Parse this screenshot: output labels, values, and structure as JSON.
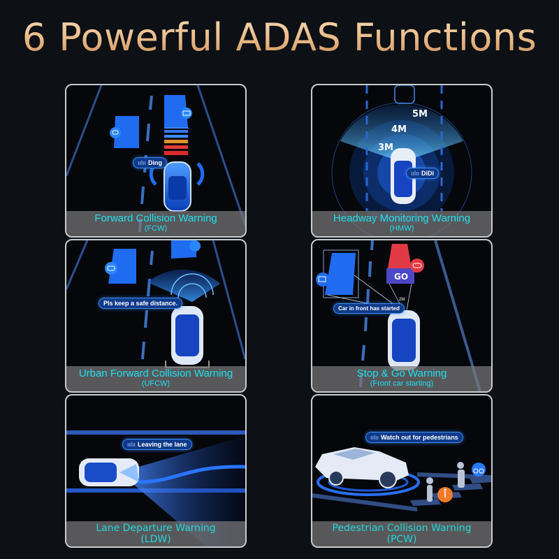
{
  "title": "6 Powerful ADAS Functions",
  "colors": {
    "title_gold": "#e9b987",
    "caption_cyan": "#1fe0ef",
    "caption_band": "#787878",
    "panel_border": "#c9ccd0",
    "scene_blue": "#1f6cf0",
    "warning_red": "#e53a4a",
    "pedestrian_orange": "#f07a2a"
  },
  "panels": [
    {
      "id": "fcw",
      "name": "Forward Collision Warning",
      "abbr": "(FCW)",
      "bubble": {
        "icon": "sound-wave-icon",
        "text": "Ding"
      },
      "icons": [
        "car-icon",
        "bus-icon"
      ]
    },
    {
      "id": "hmw",
      "name": "Headway Monitoring Warning",
      "abbr": "(HMW)",
      "bubble": {
        "icon": "sound-wave-icon",
        "text": "DiDi"
      },
      "distances": [
        "5M",
        "4M",
        "3M"
      ]
    },
    {
      "id": "ufcw",
      "name": "Urban Forward Collision Warning",
      "abbr": "(UFCW)",
      "bubble": {
        "text": "Pls keep a safe distance."
      },
      "icons": [
        "car-icon",
        "bus-icon"
      ]
    },
    {
      "id": "sgw",
      "name": "Stop & Go Warning",
      "abbr": "(Front car starting)",
      "bubble": {
        "text": "Car in front has started"
      },
      "go_label": "GO",
      "distance": "2M",
      "icons": [
        "truck-icon",
        "car-icon"
      ]
    },
    {
      "id": "ldw",
      "name": "Lane Departure Warning",
      "abbr": "(LDW)",
      "bubble": {
        "icon": "sound-wave-icon",
        "text": "Leaving the lane"
      }
    },
    {
      "id": "pcw",
      "name": "Pedestrian Collision Warning",
      "abbr": "(PCW)",
      "bubble": {
        "icon": "sound-wave-icon",
        "text": "Watch out for pedestrians"
      },
      "icons": [
        "bicycle-icon",
        "pedestrian-icon"
      ]
    }
  ]
}
